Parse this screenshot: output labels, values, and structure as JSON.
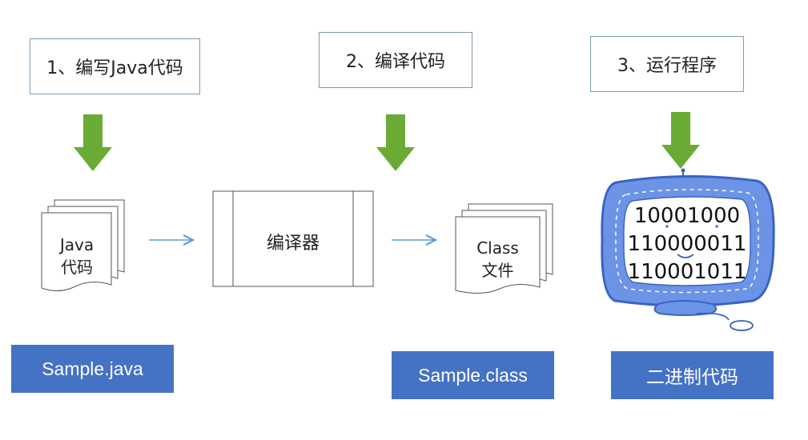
{
  "steps": [
    {
      "label": "1、编写Java代码"
    },
    {
      "label": "2、编译代码"
    },
    {
      "label": "3、运行程序"
    }
  ],
  "source_doc": {
    "line1": "Java",
    "line2": "代码"
  },
  "compiler": {
    "label": "编译器"
  },
  "class_doc": {
    "line1": "Class",
    "line2": "文件"
  },
  "binary": {
    "lines": [
      "10001000",
      "110000011",
      "110001011"
    ]
  },
  "outputs": [
    {
      "label": "Sample.java"
    },
    {
      "label": "Sample.class"
    },
    {
      "label": "二进制代码"
    }
  ],
  "colors": {
    "arrow_green": "#6aab35",
    "label_blue": "#4472c4",
    "connector_blue": "#5b9bd5",
    "monitor_blue": "#5a86e0",
    "screen_fill": "#ffffff"
  }
}
